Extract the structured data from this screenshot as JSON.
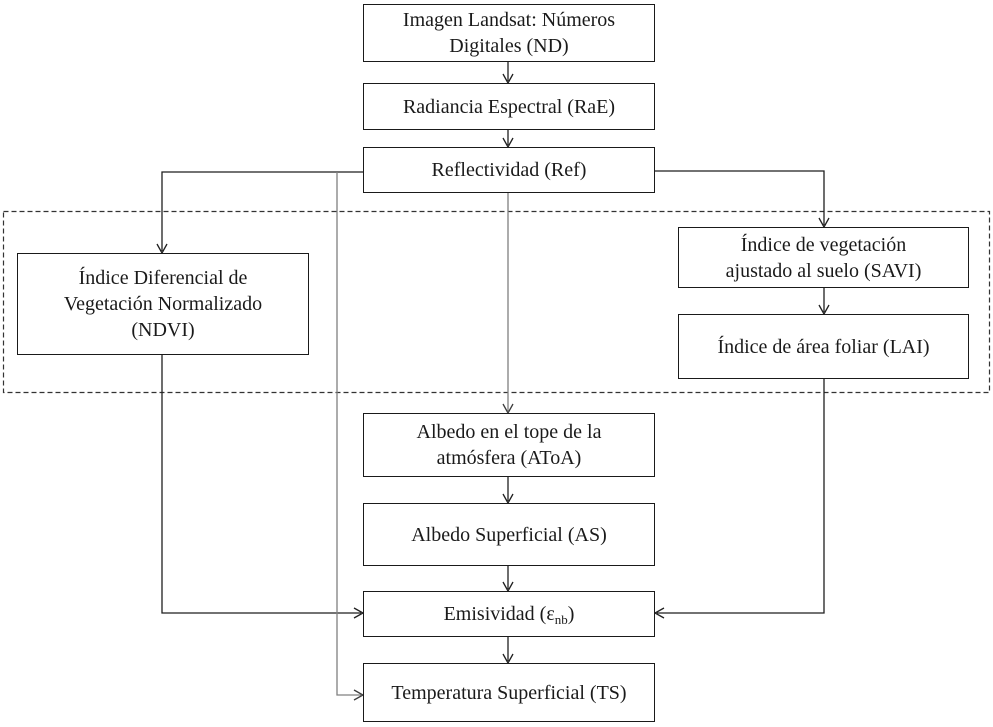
{
  "diagram": {
    "nodes": {
      "nd": {
        "id": "ND",
        "lines": [
          "Imagen Landsat: Números",
          "Digitales (ND)"
        ]
      },
      "rae": {
        "id": "RaE",
        "lines": [
          "Radiancia Espectral (RaE)"
        ]
      },
      "ref": {
        "id": "Ref",
        "lines": [
          "Reflectividad (Ref)"
        ]
      },
      "ndvi": {
        "id": "NDVI",
        "lines": [
          "Índice Diferencial de",
          "Vegetación Normalizado",
          "(NDVI)"
        ]
      },
      "savi": {
        "id": "SAVI",
        "lines": [
          "Índice de vegetación",
          "ajustado al suelo (SAVI)"
        ]
      },
      "lai": {
        "id": "LAI",
        "lines": [
          "Índice de área foliar (LAI)"
        ]
      },
      "atoa": {
        "id": "AToA",
        "lines": [
          "Albedo en el tope de la",
          "atmósfera (AToA)"
        ]
      },
      "as": {
        "id": "AS",
        "lines": [
          "Albedo Superficial (AS)"
        ]
      },
      "emis": {
        "id": "emis",
        "pre": "Emisividad (ε",
        "sub": "nb",
        "post": ")"
      },
      "ts": {
        "id": "TS",
        "lines": [
          "Temperatura Superficial (TS)"
        ]
      }
    },
    "edges": [
      {
        "from": "nd",
        "to": "rae"
      },
      {
        "from": "rae",
        "to": "ref"
      },
      {
        "from": "ref",
        "to": "ndvi"
      },
      {
        "from": "ref",
        "to": "savi"
      },
      {
        "from": "ref",
        "to": "atoa"
      },
      {
        "from": "ref",
        "to": "ts"
      },
      {
        "from": "savi",
        "to": "lai"
      },
      {
        "from": "ndvi",
        "to": "emis"
      },
      {
        "from": "lai",
        "to": "emis"
      },
      {
        "from": "atoa",
        "to": "as"
      },
      {
        "from": "as",
        "to": "emis"
      },
      {
        "from": "emis",
        "to": "ts"
      }
    ],
    "colors": {
      "background": "#ffffff",
      "box_border": "#1a1a1a",
      "text": "#1a1a1a",
      "connector": "#1f1f1f",
      "connector_gray": "#808080",
      "dashed_border": "#333333"
    }
  }
}
